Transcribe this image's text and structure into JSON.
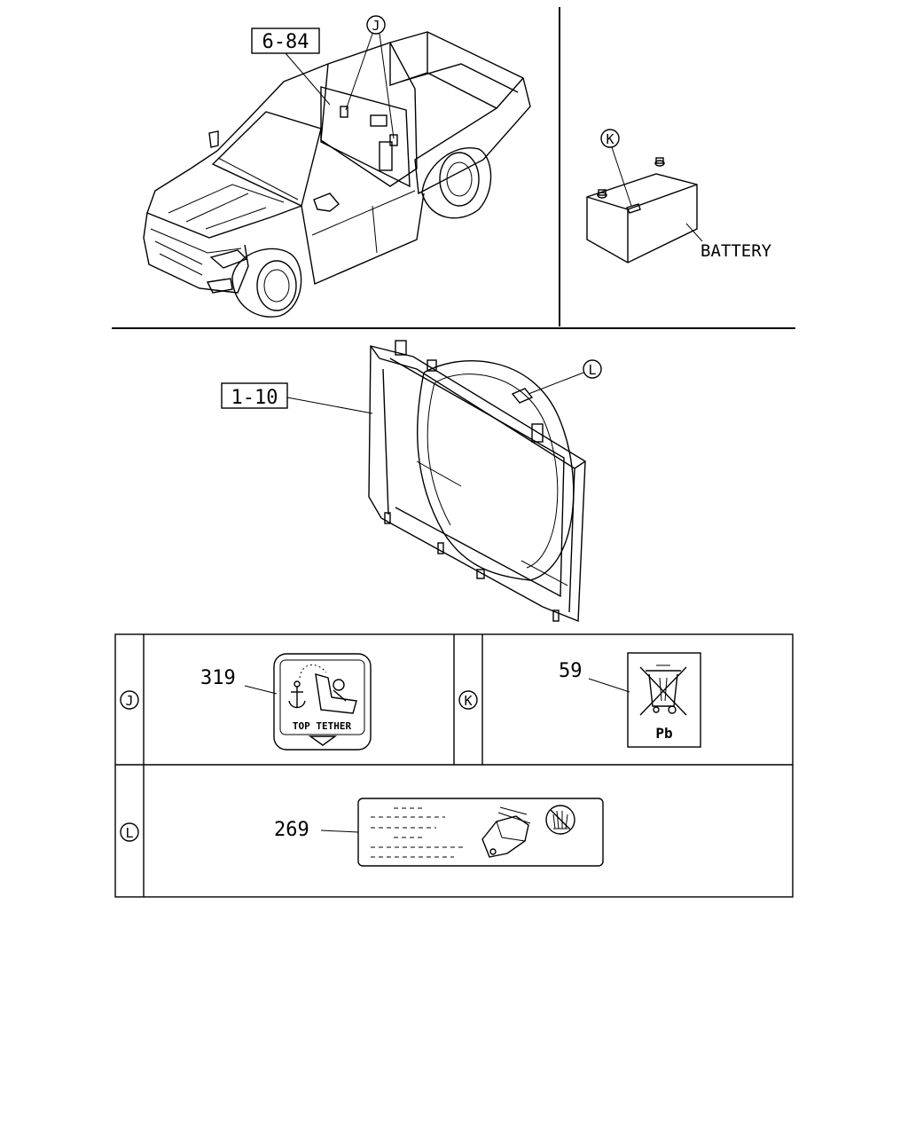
{
  "refs": {
    "vehicle_ref": "6-84",
    "shroud_ref": "1-10"
  },
  "callouts": {
    "j": "J",
    "k": "K",
    "l": "L"
  },
  "labels": {
    "battery": "BATTERY"
  },
  "table": {
    "row_j": {
      "key": "J",
      "part_no": "319",
      "label_text": "TOP TETHER"
    },
    "row_k": {
      "key": "K",
      "part_no": "59",
      "label_text": "Pb"
    },
    "row_l": {
      "key": "L",
      "part_no": "269"
    }
  },
  "icons": {
    "top_tether_label": "child-seat-anchor-icon",
    "battery_recycle_label": "crossed-out-bin-icon",
    "fan_warning_label": "hand-caution-icon"
  }
}
